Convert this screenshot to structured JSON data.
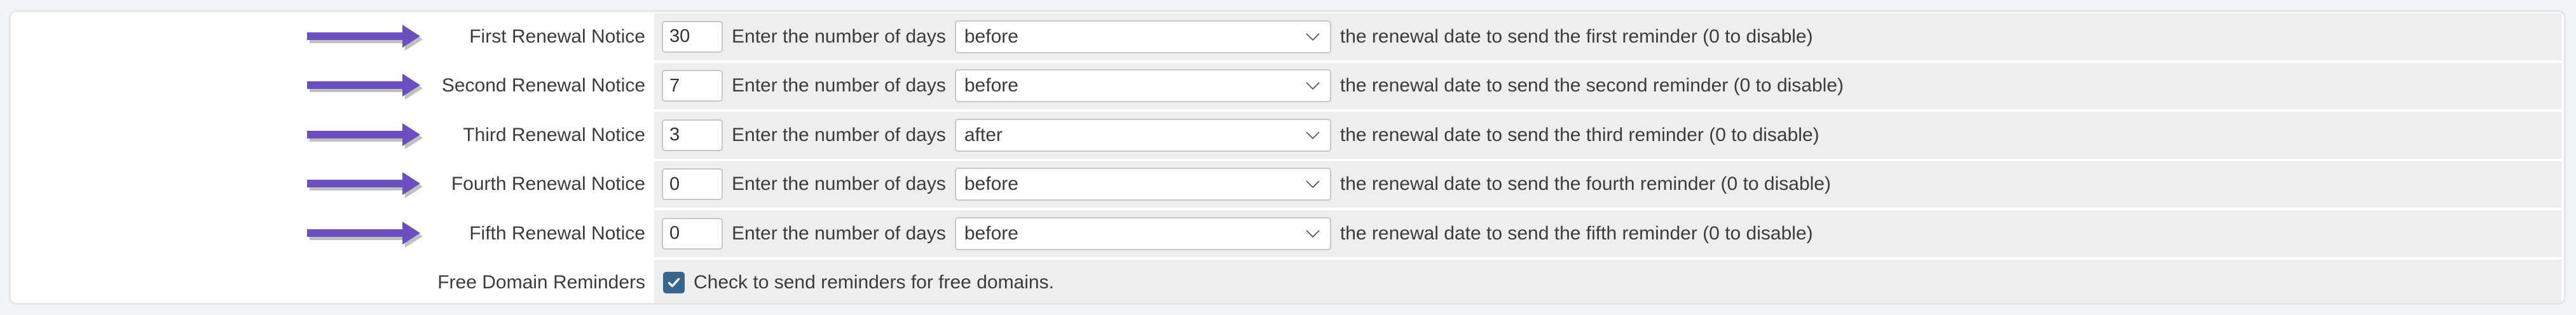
{
  "panel": {
    "background_color": "#ffffff",
    "border_color": "#e2e7ea",
    "page_background_color": "#f2f4f5"
  },
  "colors": {
    "arrow": "#6b4fc0",
    "arrow_shadow": "#8d8d8d",
    "field_background": "#eeeeee",
    "checkbox_checked": "#35688c",
    "text": "#3c3c3c",
    "input_border": "#c8c8c8"
  },
  "form": {
    "inline_label": "Enter the number of days",
    "select_options": [
      "before",
      "after"
    ],
    "rows": [
      {
        "label": "First Renewal Notice",
        "days_value": "30",
        "inline_label": "Enter the number of days",
        "relation": "before",
        "tail_text": "the renewal date to send the first reminder (0 to disable)",
        "has_arrow": true
      },
      {
        "label": "Second Renewal Notice",
        "days_value": "7",
        "inline_label": "Enter the number of days",
        "relation": "before",
        "tail_text": "the renewal date to send the second reminder (0 to disable)",
        "has_arrow": true
      },
      {
        "label": "Third Renewal Notice",
        "days_value": "3",
        "inline_label": "Enter the number of days",
        "relation": "after",
        "tail_text": "the renewal date to send the third reminder (0 to disable)",
        "has_arrow": true
      },
      {
        "label": "Fourth Renewal Notice",
        "days_value": "0",
        "inline_label": "Enter the number of days",
        "relation": "before",
        "tail_text": "the renewal date to send the fourth reminder (0 to disable)",
        "has_arrow": true
      },
      {
        "label": "Fifth Renewal Notice",
        "days_value": "0",
        "inline_label": "Enter the number of days",
        "relation": "before",
        "tail_text": "the renewal date to send the fifth reminder (0 to disable)",
        "has_arrow": true
      }
    ],
    "checkbox_row": {
      "label": "Free Domain Reminders",
      "checked": true,
      "description": "Check to send reminders for free domains."
    }
  }
}
